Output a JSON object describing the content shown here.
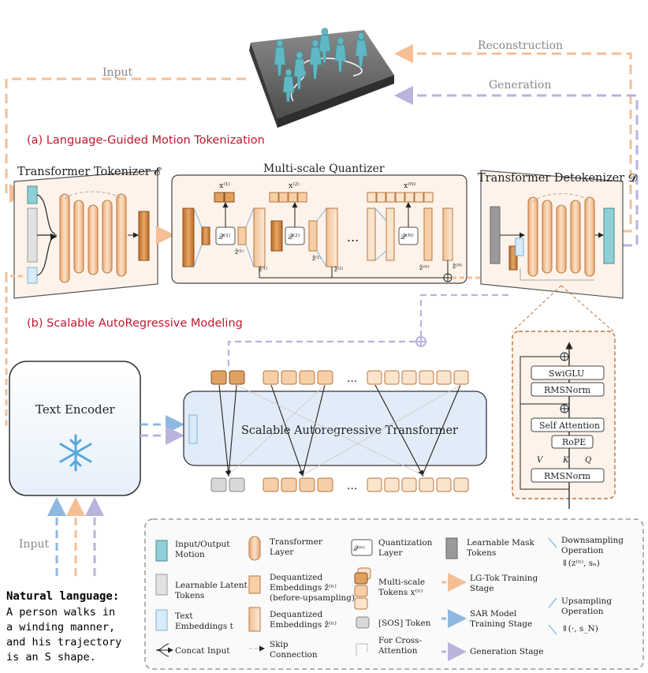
{
  "flows": {
    "input": "Input",
    "reconstruction": "Reconstruction",
    "generation": "Generation",
    "input_bottom": "Input"
  },
  "sections": {
    "a_title": "(a) Language-Guided Motion Tokenization",
    "b_title": "(b) Scalable AutoRegressive Modeling"
  },
  "tokenizer": {
    "title": "Transformer Tokenizer 𝓔"
  },
  "quantizer": {
    "title": "Multi-scale Quantizer",
    "dots": "...",
    "x1": "x⁽¹⁾",
    "x2": "x⁽²⁾",
    "xN": "x⁽ᴺ⁾",
    "q1": "𝒬⁽¹⁾",
    "q2": "𝒬⁽²⁾",
    "qN": "𝒬⁽ᴺ⁾",
    "zt1": "ž⁽¹⁾",
    "z1": "ẑ⁽¹⁾",
    "zt2": "ž⁽²⁾",
    "z2": "ẑ⁽²⁾",
    "ztN": "ž⁽ᴺ⁾",
    "zN": "ẑ⁽ᴺ⁾"
  },
  "detokenizer": {
    "title": "Transformer Detokenizer 𝓓"
  },
  "text_encoder": {
    "label": "Text Encoder"
  },
  "sar": {
    "label": "Scalable Autoregressive Transformer",
    "dots": "..."
  },
  "block": {
    "swiglu": "SwiGLU",
    "rmsnorm_top": "RMSNorm",
    "self_attention": "Self Attention",
    "rope": "RoPE",
    "rmsnorm_bottom": "RMSNorm",
    "v": "V",
    "k": "K",
    "q": "Q"
  },
  "natural_language": {
    "title": "Natural language:",
    "lines": [
      "A person walks in",
      "a winding manner,",
      "and his trajectory",
      "is an S shape."
    ]
  },
  "legend": {
    "input_output_motion": [
      "Input/Output",
      "Motion"
    ],
    "transformer_layer": [
      "Transformer",
      "Layer"
    ],
    "quant_icon": "𝒬⁽ⁿ⁾",
    "quantization_layer": [
      "Quantization",
      "Layer"
    ],
    "learnable_mask": [
      "Learnable Mask",
      "Tokens"
    ],
    "downsampling": [
      "Downsampling",
      "Operation",
      "⇓(z⁽ⁿ⁾, sₙ)"
    ],
    "learnable_latent": [
      "Learnable Latent",
      "Tokens"
    ],
    "dequant_before": [
      "Dequantized",
      "Embeddings ž⁽ⁿ⁾",
      "(before-upsampling)"
    ],
    "multiscale_tokens": [
      "Multi-scale",
      "Tokens x⁽ⁿ⁾"
    ],
    "lgtok_stage": [
      "LG-Tok Training",
      "Stage"
    ],
    "upsampling": [
      "Upsampling",
      "Operation",
      "⇑(·, s_N)"
    ],
    "text_embeddings": [
      "Text",
      "Embeddings t"
    ],
    "dequant": [
      "Dequantized",
      "Embeddings ẑ⁽ⁿ⁾"
    ],
    "sos_token": "[SOS] Token",
    "sar_stage": [
      "SAR Model",
      "Training Stage"
    ],
    "concat_input": "Concat Input",
    "skip_connection": [
      "Skip",
      "Connection"
    ],
    "cross_attention": [
      "For Cross-",
      "Attention"
    ],
    "generation_stage": "Generation Stage"
  },
  "colors": {
    "orange_dash": "#f4bf95",
    "purple_dash": "#b9b3dd",
    "blue_dash": "#8db8e0",
    "title_red": "#c0182e",
    "panel_fill": "#fdf3ea",
    "token_fill": "#f6cfa8",
    "token_dark": "#d99655",
    "teal": "#8fd0d8",
    "sar_fill": "#e2ecf8"
  }
}
